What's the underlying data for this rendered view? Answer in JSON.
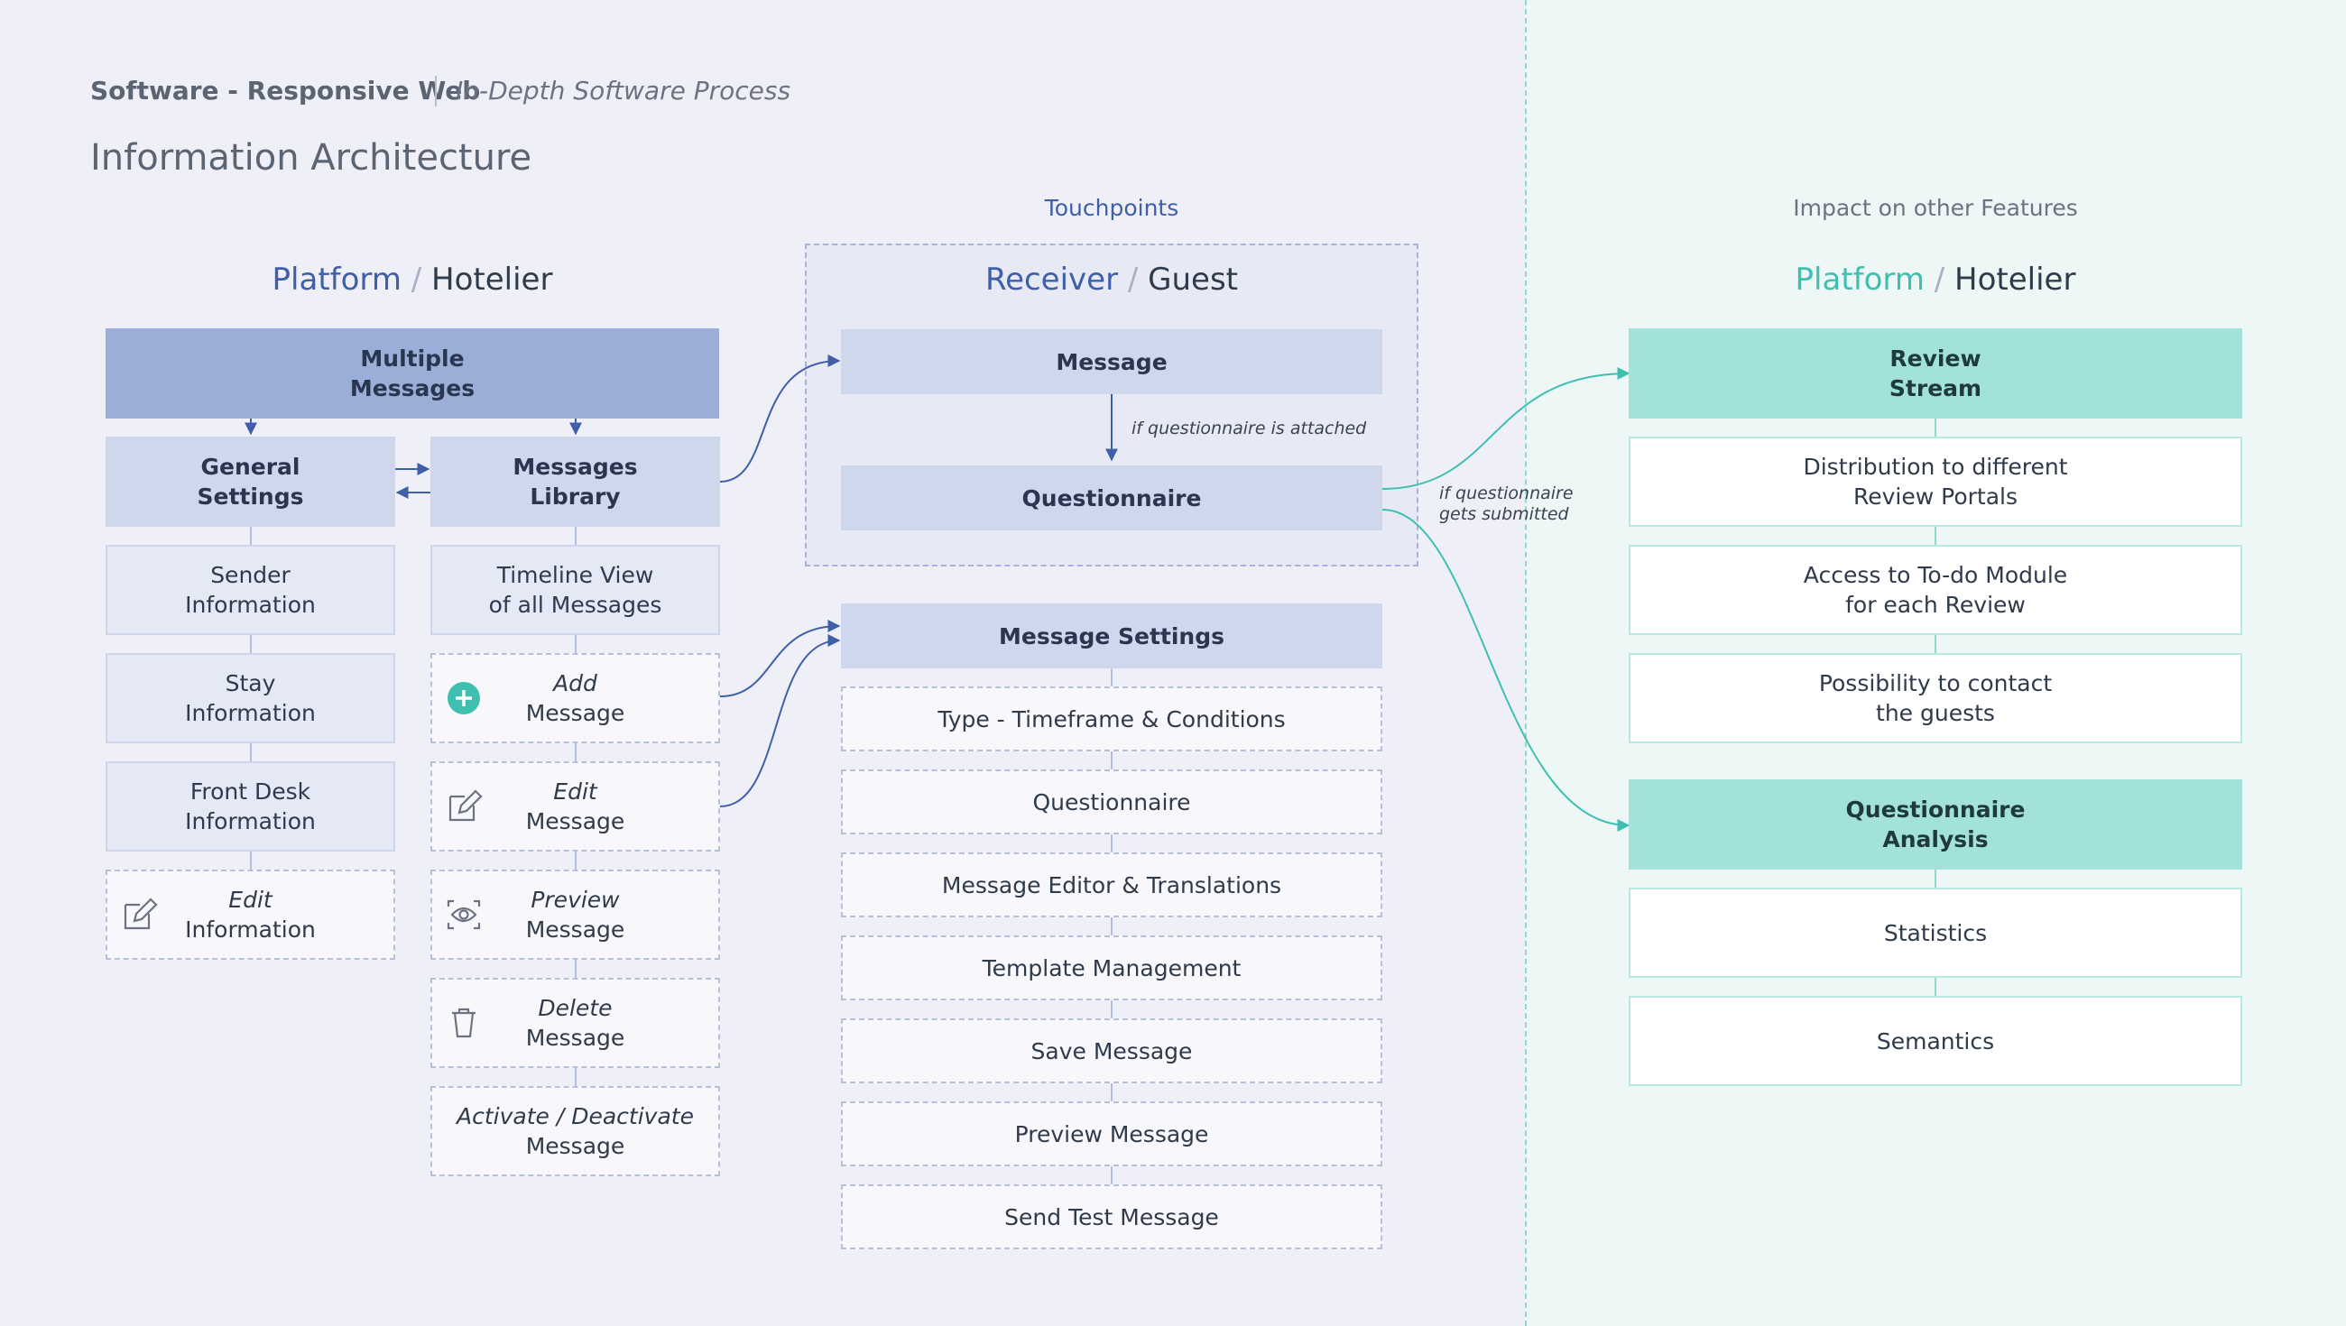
{
  "header": {
    "title": "Software - Responsive Web",
    "subtitle": "In-Depth Software Process",
    "page_title": "Information Architecture"
  },
  "sections": {
    "touchpoints": "Touchpoints",
    "impact": "Impact on other Features"
  },
  "columns": {
    "left": {
      "a": "Platform",
      "sep": "/",
      "b": "Hotelier"
    },
    "middle": {
      "a": "Receiver",
      "sep": "/",
      "b": "Guest"
    },
    "right": {
      "a": "Platform",
      "sep": "/",
      "b": "Hotelier"
    }
  },
  "left": {
    "root": "Multiple\nMessages",
    "general_settings": "General\nSettings",
    "messages_library": "Messages\nLibrary",
    "settings_items": [
      "Sender\nInformation",
      "Stay\nInformation",
      "Front Desk\nInformation"
    ],
    "settings_edit": {
      "action": "Edit",
      "object": "Information",
      "icon": "edit-icon"
    },
    "library_items": [
      "Timeline View\nof all Messages"
    ],
    "library_actions": [
      {
        "action": "Add",
        "object": "Message",
        "icon": "add-circle-icon"
      },
      {
        "action": "Edit",
        "object": "Message",
        "icon": "edit-icon"
      },
      {
        "action": "Preview",
        "object": "Message",
        "icon": "eye-icon"
      },
      {
        "action": "Delete",
        "object": "Message",
        "icon": "trash-icon"
      },
      {
        "action": "Activate / Deactivate",
        "object": "Message"
      }
    ]
  },
  "middle": {
    "message": "Message",
    "questionnaire": "Questionnaire",
    "note_attached": "if questionnaire is attached",
    "settings_title": "Message Settings",
    "settings_items": [
      "Type - Timeframe & Conditions",
      "Questionnaire",
      "Message Editor & Translations",
      "Template Management",
      "Save Message",
      "Preview Message",
      "Send Test Message"
    ]
  },
  "right": {
    "note_submitted": "if questionnaire\ngets submitted",
    "review_stream": "Review\nStream",
    "review_items": [
      "Distribution to different\nReview Portals",
      "Access to To-do Module\nfor each Review",
      "Possibility to contact\nthe guests"
    ],
    "analysis": "Questionnaire\nAnalysis",
    "analysis_items": [
      "Statistics",
      "Semantics"
    ]
  },
  "colors": {
    "blue_accent": "#3f5fa8",
    "teal_accent": "#3fbfb0",
    "dark_box": "#9aaed8",
    "mid_box": "#cfd7ec",
    "teal_box": "#a3e2da"
  }
}
